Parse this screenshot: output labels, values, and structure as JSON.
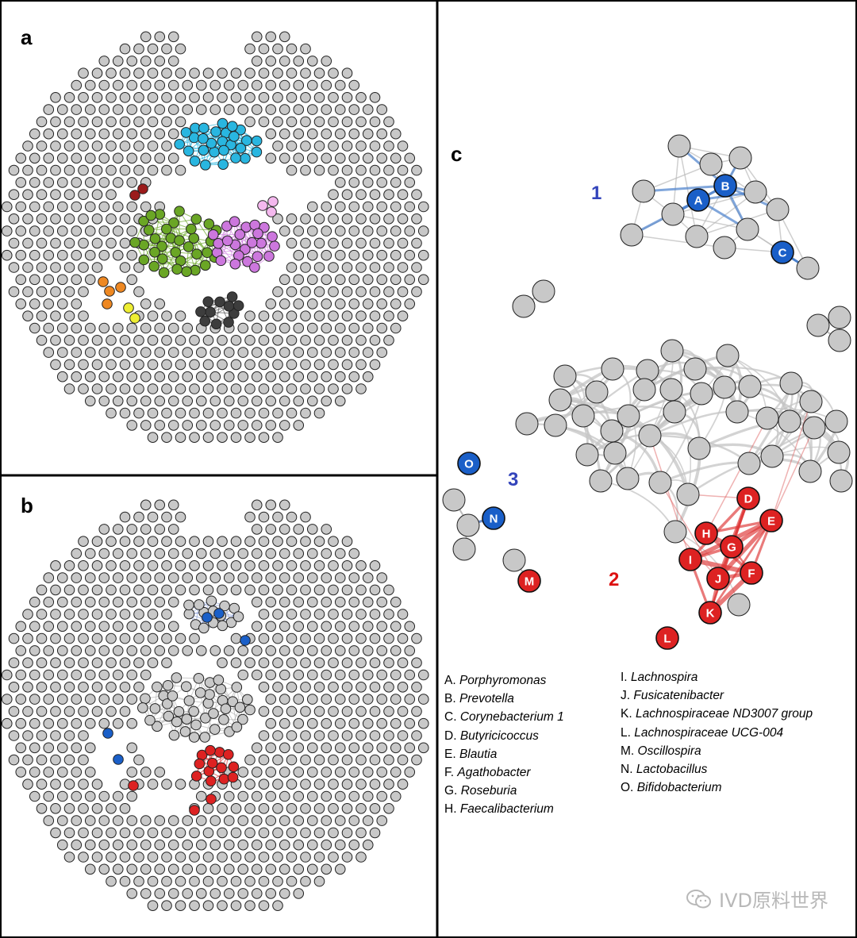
{
  "panels": {
    "a": {
      "label": "a"
    },
    "b": {
      "label": "b"
    },
    "c": {
      "label": "c"
    }
  },
  "clusters": [
    {
      "id": "1",
      "label": "1",
      "color": "#3344bb"
    },
    {
      "id": "2",
      "label": "2",
      "color": "#dd1111"
    },
    {
      "id": "3",
      "label": "3",
      "color": "#3344bb"
    }
  ],
  "legend_left": [
    {
      "key": "A.",
      "name": "Porphyromonas"
    },
    {
      "key": "B.",
      "name": "Prevotella"
    },
    {
      "key": "C.",
      "name": "Corynebacterium 1"
    },
    {
      "key": "D.",
      "name": "Butyricicoccus"
    },
    {
      "key": "E.",
      "name": "Blautia"
    },
    {
      "key": "F.",
      "name": "Agathobacter"
    },
    {
      "key": "G.",
      "name": "Roseburia"
    },
    {
      "key": "H.",
      "name": "Faecalibacterium"
    }
  ],
  "legend_right": [
    {
      "key": "I.",
      "name": "Lachnospira"
    },
    {
      "key": "J.",
      "name": "Fusicatenibacter"
    },
    {
      "key": "K.",
      "name": "Lachnospiraceae ND3007 group"
    },
    {
      "key": "L.",
      "name": "Lachnospiraceae UCG-004"
    },
    {
      "key": "M.",
      "name": "Oscillospira"
    },
    {
      "key": "N.",
      "name": "Lactobacillus"
    },
    {
      "key": "O.",
      "name": "Bifidobacterium"
    }
  ],
  "watermark": {
    "text": "IVD原料世界",
    "icon": "wechat-icon"
  },
  "colors": {
    "node_gray": "#c8c8c8",
    "cyan": "#29b6e0",
    "green": "#6aa625",
    "violet": "#cc77dd",
    "dark": "#3d3d3d",
    "orange": "#ee8822",
    "yellow": "#eeee33",
    "darkred": "#9b1b1b",
    "pink": "#f4b8ee",
    "blue": "#1a5fc8",
    "red": "#dd2222"
  },
  "highlight_nodes_c": [
    {
      "letter": "A",
      "group": "blue"
    },
    {
      "letter": "B",
      "group": "blue"
    },
    {
      "letter": "C",
      "group": "blue"
    },
    {
      "letter": "D",
      "group": "red"
    },
    {
      "letter": "E",
      "group": "red"
    },
    {
      "letter": "F",
      "group": "red"
    },
    {
      "letter": "G",
      "group": "red"
    },
    {
      "letter": "H",
      "group": "red"
    },
    {
      "letter": "I",
      "group": "red"
    },
    {
      "letter": "J",
      "group": "red"
    },
    {
      "letter": "K",
      "group": "red"
    },
    {
      "letter": "L",
      "group": "red"
    },
    {
      "letter": "M",
      "group": "red"
    },
    {
      "letter": "N",
      "group": "blue"
    },
    {
      "letter": "O",
      "group": "blue"
    }
  ]
}
